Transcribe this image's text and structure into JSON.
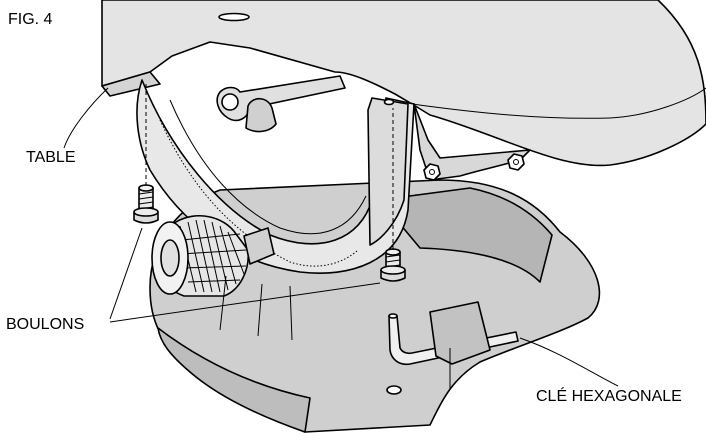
{
  "figure": {
    "fig_number": "FIG. 4",
    "callouts": {
      "table": "TABLE",
      "bolts": "BOULONS",
      "hex_key": "CLÉ HEXAGONALE"
    }
  },
  "colors": {
    "fill_light": "#e4e4e4",
    "fill_mid": "#cfcfcf",
    "fill_dark": "#bdbdbd",
    "line": "#000000"
  }
}
